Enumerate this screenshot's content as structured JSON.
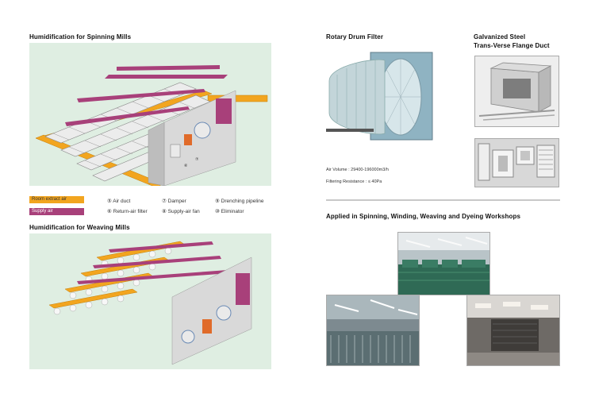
{
  "left": {
    "spinning_title": "Humidification for Spinning Mills",
    "weaving_title": "Humidification for Weaving Mills",
    "legend": {
      "swatches": [
        {
          "label": "Room extract air",
          "color": "#f2a51f"
        },
        {
          "label": "Supply air",
          "color": "#a8407a"
        }
      ],
      "items": [
        "⑤ Air duct",
        "⑥ Return-air filter",
        "⑦ Damper",
        "⑧ Supply-air fan",
        "⑨ Drenching pipeline",
        "⑩ Eliminator"
      ]
    },
    "spinning_callouts": [
      "⑥",
      "⑦"
    ]
  },
  "right": {
    "rotary_title": "Rotary Drum Filter",
    "galvanized_title_line1": "Galvanized Steel",
    "galvanized_title_line2": "Trans-Verse Flange Duct",
    "air_volume": "Air Volume :  29400-196000m3/h",
    "filtering_resistance": "Filtering Resistance :  ≤ 40Pa",
    "applied_title": "Applied in Spinning, Winding, Weaving and Dyeing Workshops"
  },
  "colors": {
    "panel_bg": "#dfeee2",
    "orange": "#f2a51f",
    "magenta": "#a8407a",
    "duct_gray": "#c9c9c9",
    "divider": "#c8c8c8"
  }
}
